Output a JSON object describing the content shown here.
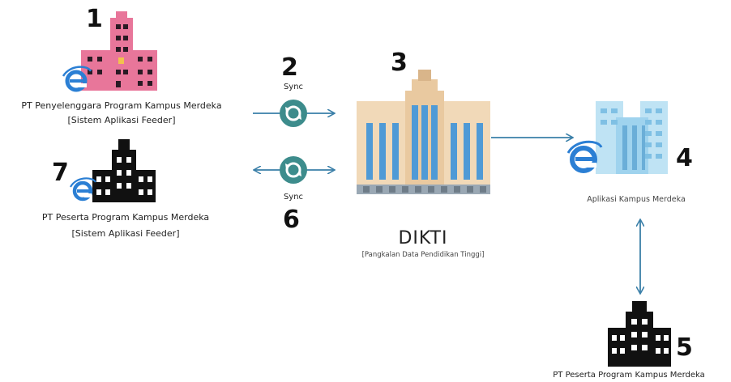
{
  "nodes": {
    "n1": {
      "number": "1",
      "label_line1": "PT Penyelenggara Program Kampus Merdeka",
      "label_line2": "[Sistem Aplikasi Feeder]"
    },
    "n2": {
      "number": "2",
      "label": "Sync"
    },
    "n3": {
      "number": "3",
      "title": "DIKTI",
      "subtitle": "[Pangkalan Data Pendidikan Tinggi]"
    },
    "n4": {
      "number": "4",
      "label": "Aplikasi Kampus Merdeka"
    },
    "n5": {
      "number": "5",
      "label": "PT Peserta Program Kampus Merdeka"
    },
    "n6": {
      "number": "6",
      "label": "Sync"
    },
    "n7": {
      "number": "7",
      "label_line1": "PT Peserta Program Kampus Merdeka",
      "label_line2": "[Sistem Aplikasi Feeder]"
    }
  },
  "colors": {
    "arrow": "#3a7fa8",
    "sync_icon": "#3d8c8c",
    "pink_building": "#e8769a",
    "black_building": "#111111",
    "ie_icon": "#2b7fd4",
    "dikti_building": "#f1d9b8",
    "dikti_windows": "#4f9ad6",
    "app_building": "#9fd3ee"
  },
  "icons": [
    "pink-building-icon",
    "black-building-icon",
    "ie-browser-icon",
    "sync-icon",
    "government-building-icon",
    "office-tower-icon"
  ]
}
